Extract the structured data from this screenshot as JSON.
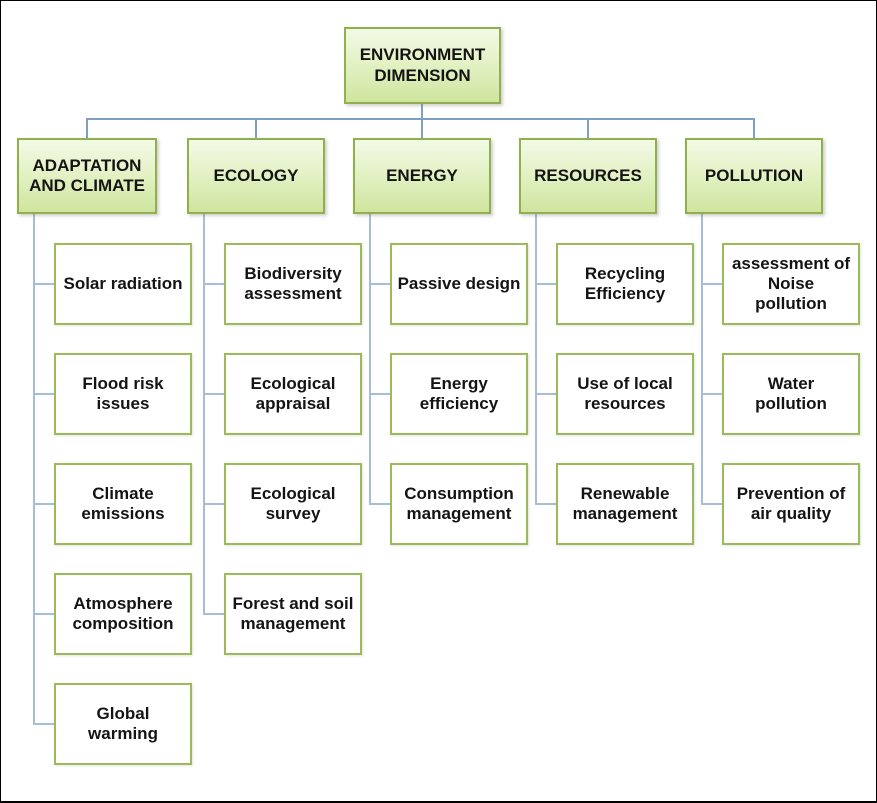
{
  "diagram": {
    "title": "ENVIRONMENT\nDIMENSION",
    "branches": [
      {
        "label": "ADAPTATION\nAND CLIMATE",
        "children": [
          "Solar radiation",
          "Flood risk\nissues",
          "Climate\nemissions",
          "Atmosphere\ncomposition",
          "Global\nwarming"
        ]
      },
      {
        "label": "ECOLOGY",
        "children": [
          "Biodiversity\nassessment",
          "Ecological\nappraisal",
          "Ecological\nsurvey",
          "Forest and soil\nmanagement"
        ]
      },
      {
        "label": "ENERGY",
        "children": [
          "Passive design",
          "Energy\nefficiency",
          "Consumption\nmanagement"
        ]
      },
      {
        "label": "RESOURCES",
        "children": [
          "Recycling\nEfficiency",
          "Use of local\nresources",
          "Renewable\nmanagement"
        ]
      },
      {
        "label": "POLLUTION",
        "children": [
          "assessment of\nNoise\npollution",
          "Water\npollution",
          "Prevention of\nair quality"
        ]
      }
    ]
  },
  "colors": {
    "node_fill_top": "#f2fae6",
    "node_fill_bottom": "#cfe59f",
    "node_border": "#90b04c",
    "child_border": "#9bbb59",
    "connector": "#7f9fc5",
    "connector_light": "#a6bcd9",
    "text": "#141414",
    "background": "#ffffff"
  }
}
